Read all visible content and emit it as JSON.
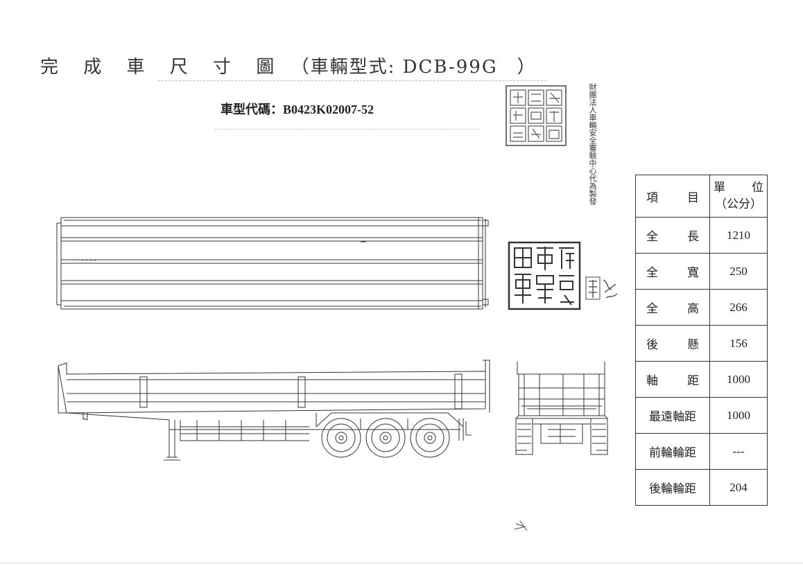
{
  "header": {
    "title_prefix": "完 成 車 尺 寸 圖",
    "title_suffix": "（車輛型式: DCB-99G　）",
    "vehicle_code": "車型代碼：B0423K02007-52"
  },
  "seals": {
    "certification_text": "財團法人車輛安全審驗中心代為製發",
    "certification_seal": "財團法人車輛安全審驗中心",
    "company_seal": "源興車體有限公司",
    "signature": "興顏"
  },
  "spec_table": {
    "header": {
      "item_label_1": "項",
      "item_label_2": "目",
      "unit_label_1": "單",
      "unit_label_2": "位",
      "unit_label_3": "（公分）"
    },
    "rows": [
      {
        "label": [
          "全",
          "長"
        ],
        "value": "1210"
      },
      {
        "label": [
          "全",
          "寬"
        ],
        "value": "250"
      },
      {
        "label": [
          "全",
          "高"
        ],
        "value": "266"
      },
      {
        "label": [
          "後",
          "懸"
        ],
        "value": "156"
      },
      {
        "label": [
          "軸",
          "距"
        ],
        "value": "1000"
      },
      {
        "label": [
          "最遠軸距"
        ],
        "value": "1000"
      },
      {
        "label": [
          "前輪輪距"
        ],
        "value": "---"
      },
      {
        "label": [
          "後輪輪距"
        ],
        "value": "204"
      }
    ]
  },
  "drawing": {
    "views": [
      "top-view",
      "side-view",
      "rear-view"
    ],
    "wheel_count_side": 3
  }
}
